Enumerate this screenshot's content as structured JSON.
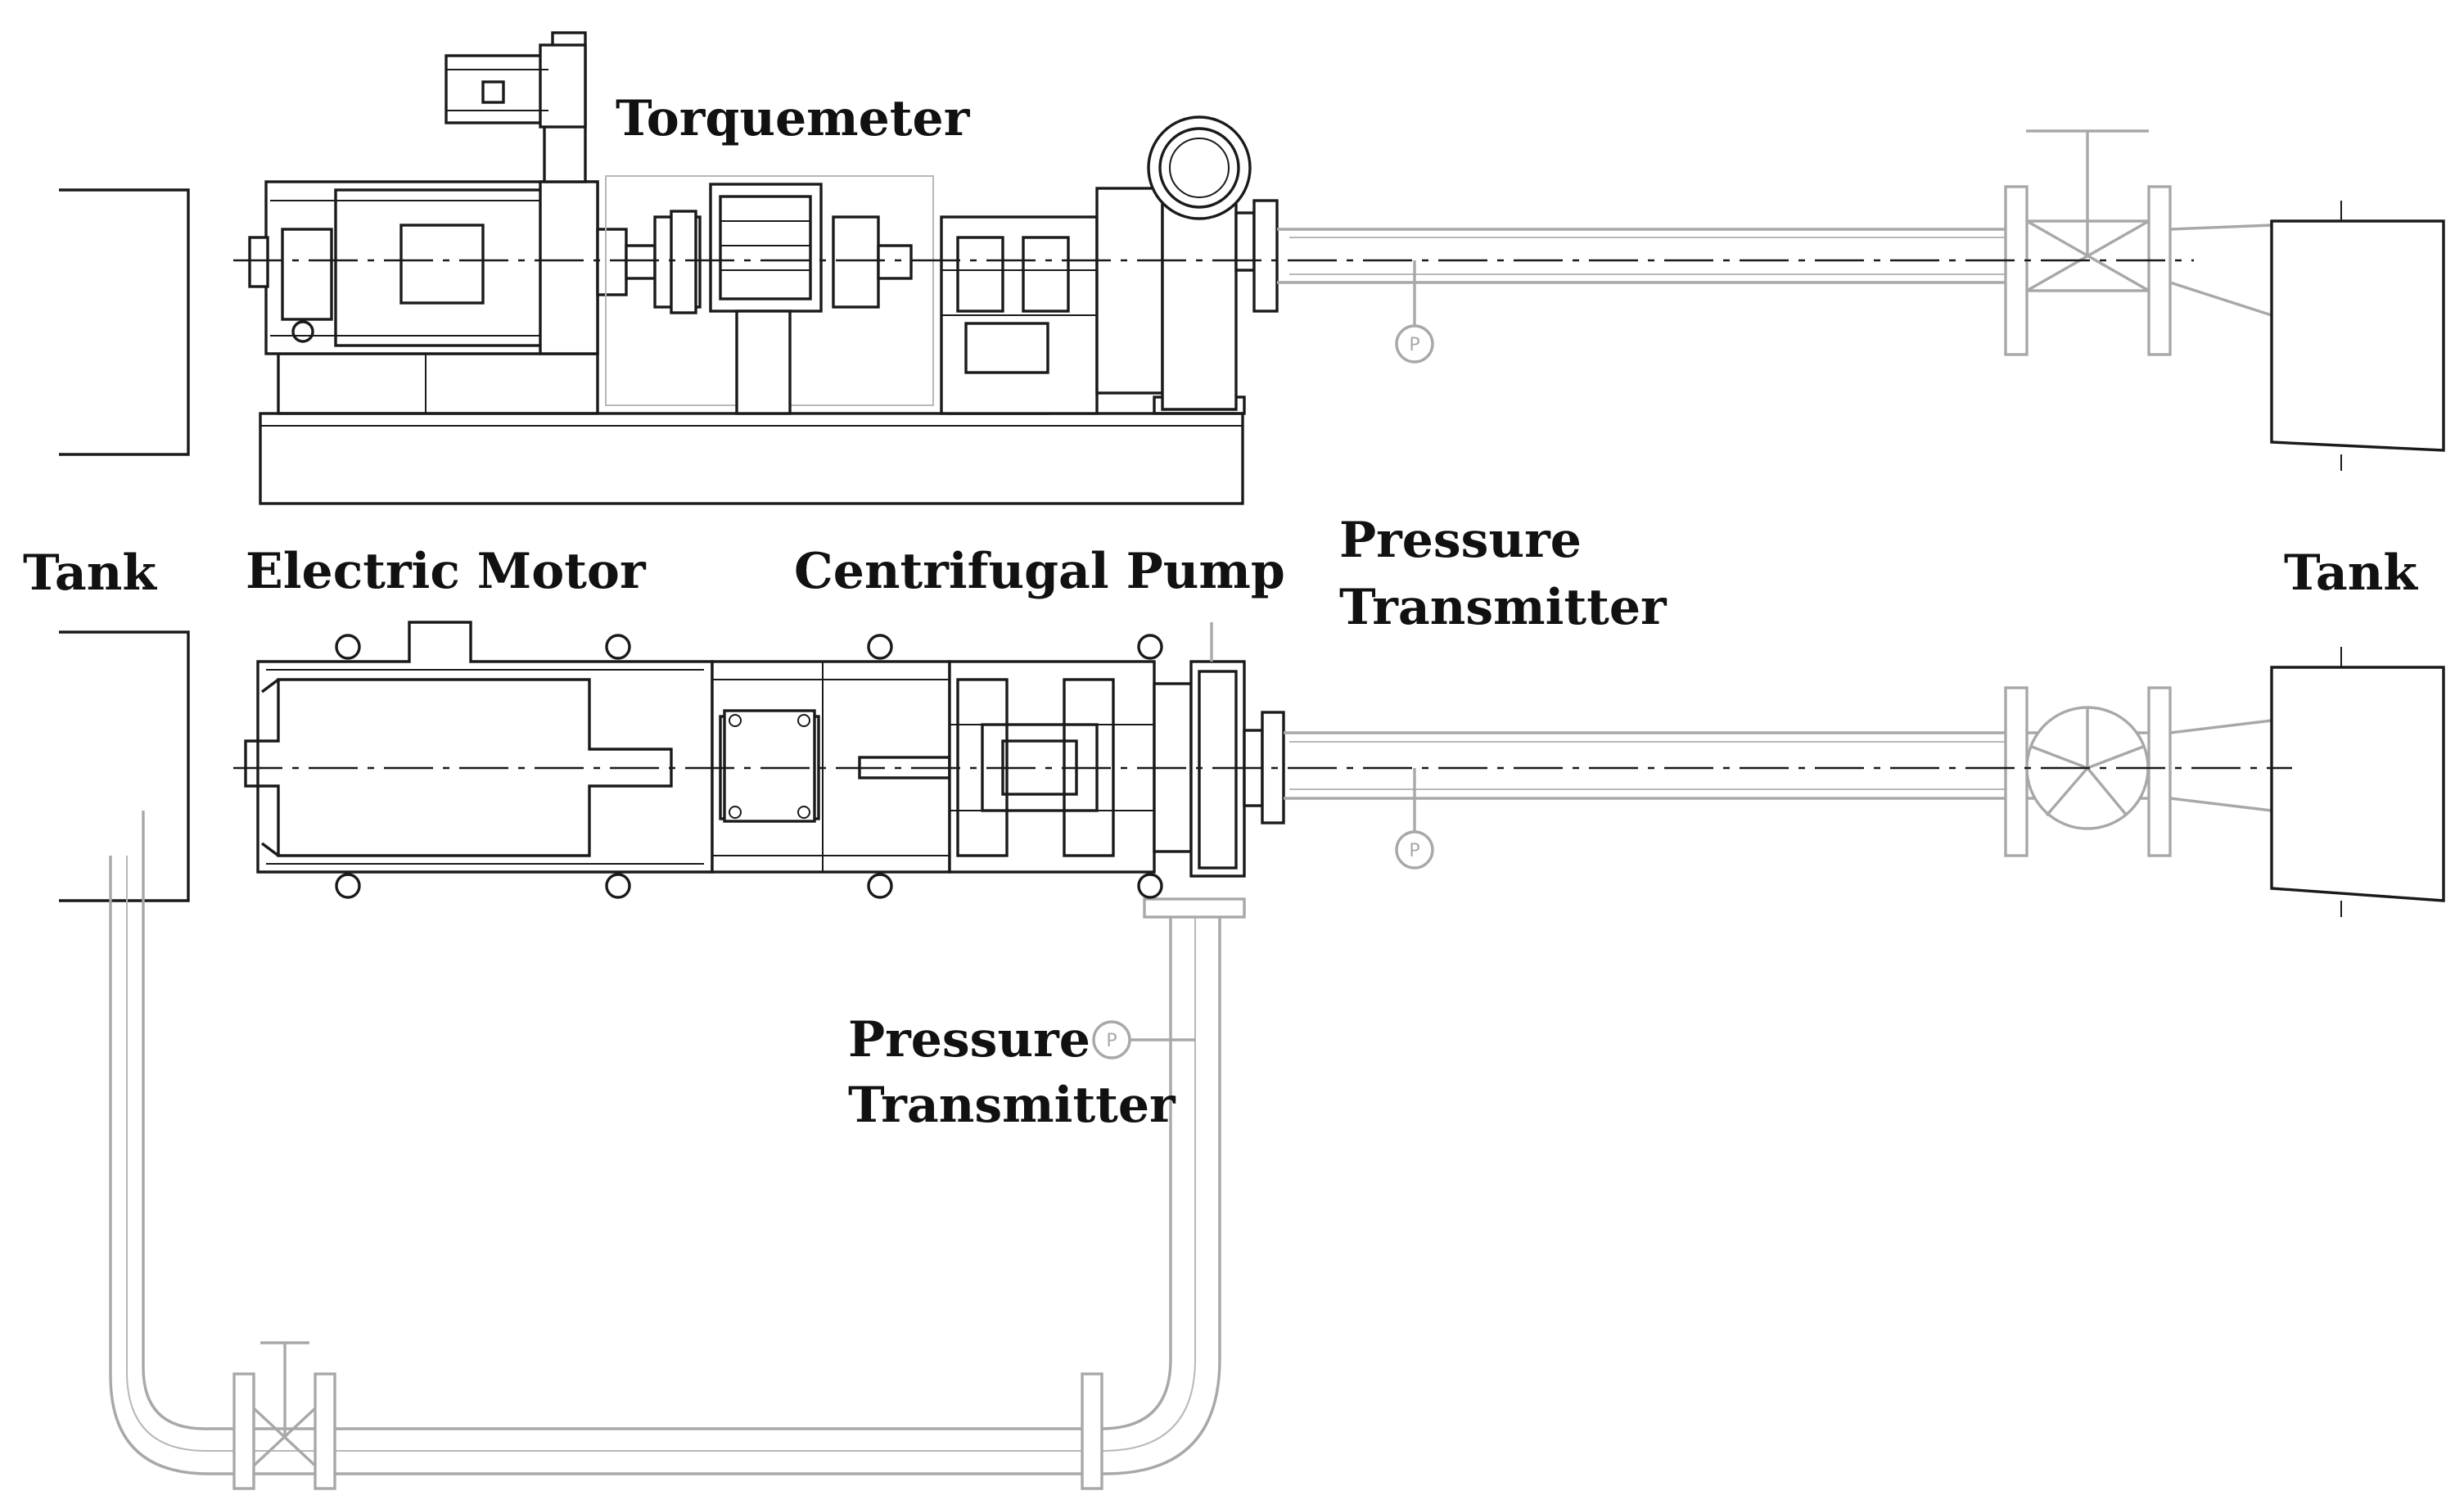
{
  "labels": {
    "torquemeter": "Torquemeter",
    "tank_left": "Tank",
    "electric_motor": "Electric Motor",
    "centrifugal_pump": "Centrifugal Pump",
    "pressure_transmitter_top_1": "Pressure",
    "pressure_transmitter_top_2": "Transmitter",
    "tank_right": "Tank",
    "pressure_transmitter_bottom_1": "Pressure",
    "pressure_transmitter_bottom_2": "Transmitter"
  },
  "symbols": {
    "pressure_tag": "P"
  },
  "colors": {
    "equipment_line": "#1a1a1a",
    "piping_line": "#a8a8a8",
    "background": "#ffffff"
  }
}
